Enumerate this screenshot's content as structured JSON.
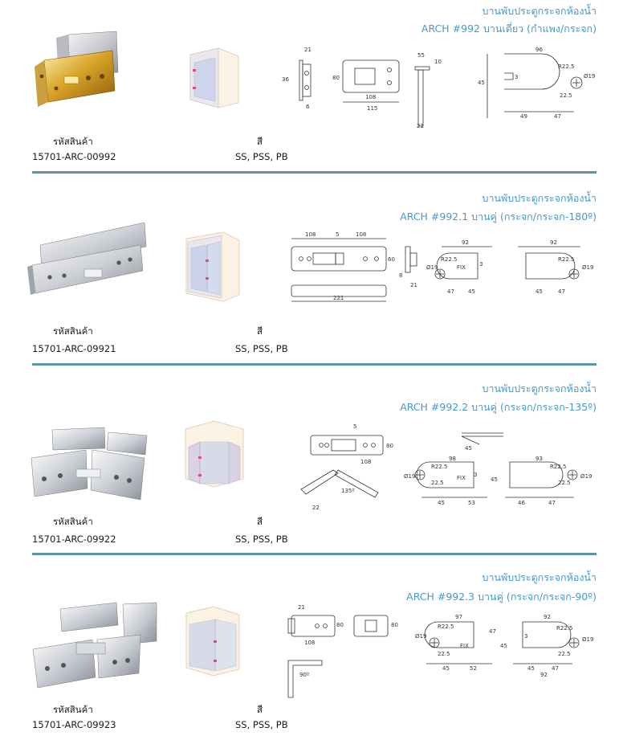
{
  "products": [
    {
      "category": "บานพับประตูกระจกห้องน้ำ",
      "title": "ARCH #992 บานเดี่ยว (กำแพง/กระจก)",
      "code_label": "รหัสสินค้า",
      "code": "15701-ARC-00992",
      "color_label": "สี",
      "colors": "SS, PSS, PB"
    },
    {
      "category": "บานพับประตูกระจกห้องน้ำ",
      "title": "ARCH #992.1 บานคู่ (กระจก/กระจก-180º)",
      "code_label": "รหัสสินค้า",
      "code": "15701-ARC-09921",
      "color_label": "สี",
      "colors": "SS, PSS, PB"
    },
    {
      "category": "บานพับประตูกระจกห้องน้ำ",
      "title": "ARCH #992.2 บานคู่ (กระจก/กระจก-135º)",
      "code_label": "รหัสสินค้า",
      "code": "15701-ARC-09922",
      "color_label": "สี",
      "colors": "SS, PSS, PB"
    },
    {
      "category": "บานพับประตูกระจกห้องน้ำ",
      "title": "ARCH #992.3 บานคู่ (กระจก/กระจก-90º)",
      "code_label": "รหัสสินค้า",
      "code": "15701-ARC-09923",
      "color_label": "สี",
      "colors": "SS, PSS, PB"
    }
  ],
  "drawings": {
    "d1": {
      "a": "21",
      "b": "36",
      "c": "6",
      "d": "80",
      "e": "108",
      "f": "115",
      "g": "55",
      "h": "10",
      "i": "21",
      "j": "96",
      "k": "R22.5",
      "l": "Ø19",
      "m": "45",
      "n": "3",
      "o": "22.5",
      "p": "49",
      "q": "47"
    },
    "d2": {
      "a": "108",
      "b": "108",
      "c": "5",
      "d": "60",
      "e": "221",
      "f": "8",
      "g": "21",
      "h": "92",
      "i": "R22.5",
      "j": "Ø19",
      "k": "FIX",
      "l": "3",
      "m": "45",
      "n": "47"
    },
    "d3": {
      "a": "5",
      "b": "80",
      "c": "108",
      "d": "135º",
      "e": "22",
      "f": "45",
      "g": "98",
      "h": "93",
      "i": "R22.5",
      "j": "Ø19",
      "k": "FIX",
      "l": "3",
      "m": "22.5",
      "n": "53",
      "o": "46",
      "p": "47",
      "q": "45"
    },
    "d4": {
      "a": "21",
      "b": "80",
      "c": "108",
      "d": "90º",
      "e": "97",
      "f": "92",
      "g": "R22.5",
      "h": "Ø19",
      "i": "FIX",
      "j": "22.5",
      "k": "45",
      "l": "52",
      "m": "47",
      "n": "3"
    }
  }
}
